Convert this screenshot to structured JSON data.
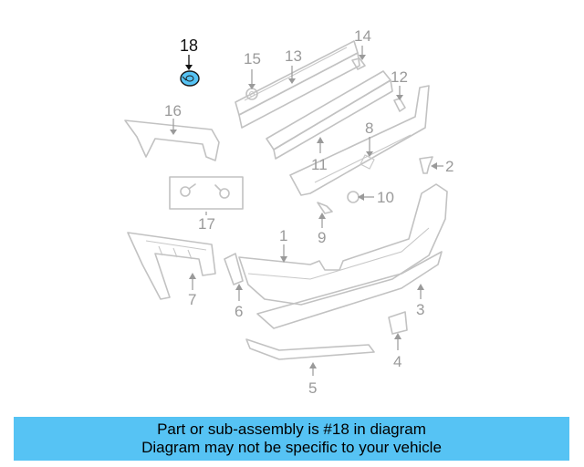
{
  "callouts": {
    "n1": "1",
    "n2": "2",
    "n3": "3",
    "n4": "4",
    "n5": "5",
    "n6": "6",
    "n7": "7",
    "n8": "8",
    "n9": "9",
    "n10": "10",
    "n11": "11",
    "n12": "12",
    "n13": "13",
    "n14": "14",
    "n15": "15",
    "n16": "16",
    "n17": "17",
    "n18": "18"
  },
  "highlight": {
    "part_number": "18",
    "color": "#56c3f4"
  },
  "banner": {
    "line1": "Part or sub-assembly is #18 in diagram",
    "line2": "Diagram may not be specific to your vehicle",
    "color": "#56c3f4"
  }
}
